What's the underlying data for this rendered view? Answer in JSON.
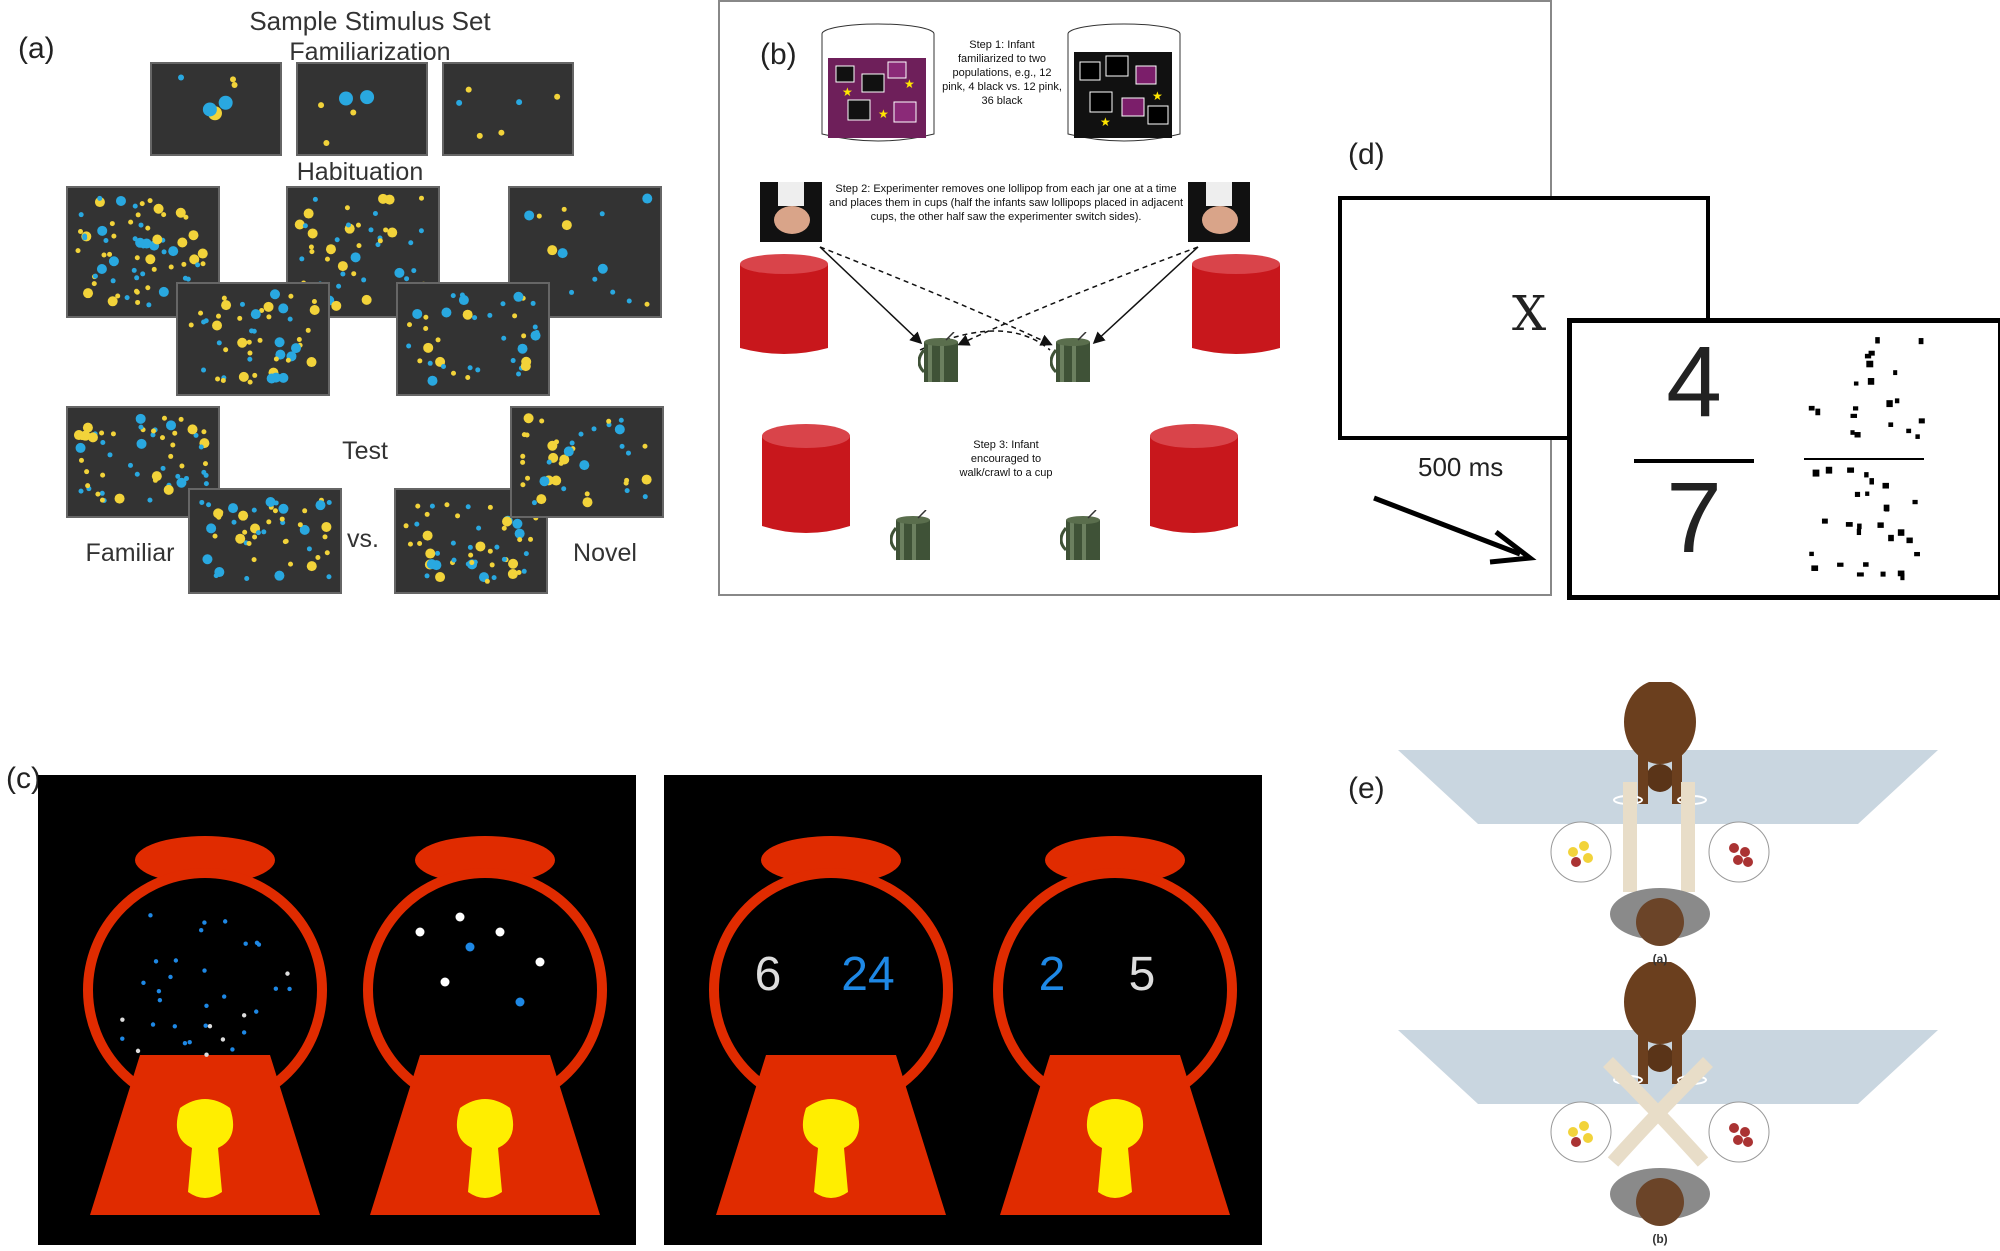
{
  "panels": {
    "a": {
      "label": "(a)",
      "set_title": "Sample Stimulus Set",
      "familiarization": "Familiarization",
      "habituation": "Habituation",
      "test": "Test",
      "familiar": "Familiar",
      "vs": "vs.",
      "novel": "Novel"
    },
    "b": {
      "label": "(b)",
      "step1": "Step 1: Infant familiarized to two populations, e.g., 12 pink, 4 black vs. 12 pink, 36 black",
      "step2": "Step 2: Experimenter removes one lollipop from each jar one at a time and places them in cups (half the infants saw lollipops placed in adjacent cups, the other half saw the experimenter switch sides).",
      "step3": "Step 3: Infant encouraged to walk/crawl to a cup"
    },
    "c": {
      "label": "(c)",
      "numbers": [
        {
          "left": "6",
          "right": "24"
        },
        {
          "left": "2",
          "right": "5"
        }
      ]
    },
    "d": {
      "label": "(d)",
      "fixation": "X",
      "duration": "500 ms",
      "numerator": "4",
      "denominator": "7"
    },
    "e": {
      "label": "(e)",
      "sub_a": "(a)",
      "sub_b": "(b)"
    }
  },
  "colors": {
    "stim_bg": "#333333",
    "blue_dot": "#29a8e0",
    "yellow_dot": "#f2d33a",
    "gumball_red": "#e02b00",
    "gumball_yellow": "#ffee00",
    "number_blue": "#1e88e5",
    "number_white": "#dddddd",
    "cylinder_red": "#c8171c",
    "cup_green": "#3f5237"
  },
  "icons": [
    "jar-icon",
    "cylinder-icon",
    "cup-icon",
    "hand-icon",
    "gumball-machine-icon",
    "monkey-icon",
    "person-icon",
    "bowl-icon",
    "arrow-icon"
  ]
}
